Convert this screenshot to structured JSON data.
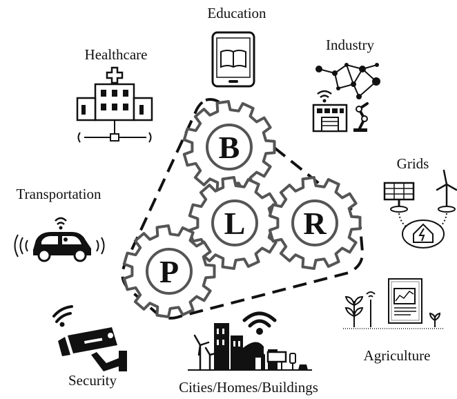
{
  "colors": {
    "ink": "#111111",
    "gear_stroke": "#555555",
    "gear_fill": "#ffffff",
    "hull": "#111111"
  },
  "gears": {
    "b": {
      "letter": "B"
    },
    "l": {
      "letter": "L"
    },
    "r": {
      "letter": "R"
    },
    "p": {
      "letter": "P"
    }
  },
  "applications": {
    "education": {
      "label": "Education",
      "icon": "tablet-book-icon"
    },
    "healthcare": {
      "label": "Healthcare",
      "icon": "hospital-network-icon"
    },
    "industry": {
      "label": "Industry",
      "icon": "factory-robot-network-icon"
    },
    "grids": {
      "label": "Grids",
      "icon": "solar-wind-home-icon"
    },
    "transportation": {
      "label": "Transportation",
      "icon": "connected-car-icon"
    },
    "agriculture": {
      "label": "Agriculture",
      "icon": "plant-sensor-dashboard-icon"
    },
    "security": {
      "label": "Security",
      "icon": "wireless-camera-icon"
    },
    "cities": {
      "label": "Cities/Homes/Buildings",
      "icon": "smart-city-icon"
    }
  }
}
